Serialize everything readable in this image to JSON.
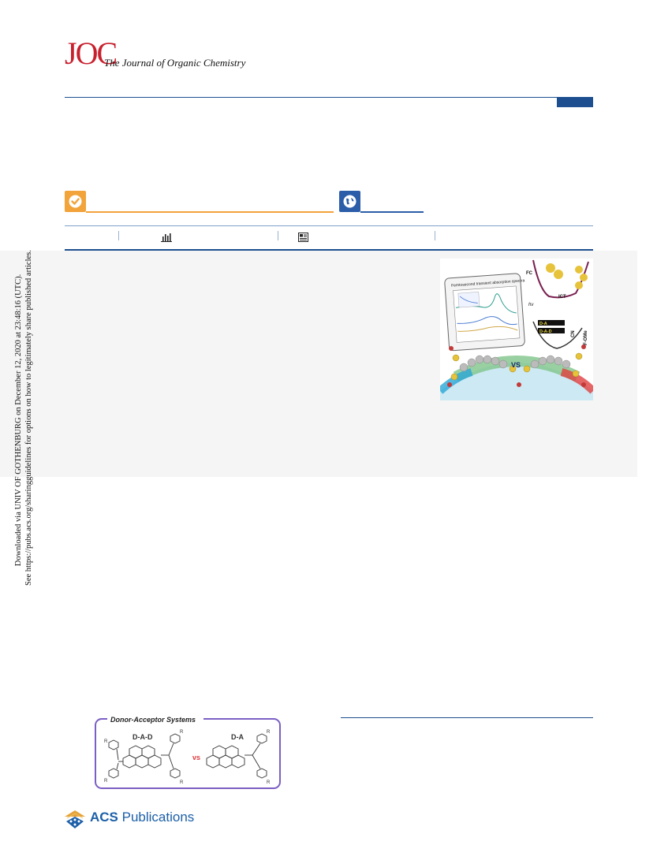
{
  "header": {
    "journal_logo": "JOC",
    "journal_name": "The Journal of Organic Chemistry"
  },
  "sidebar": {
    "line1": "Downloaded via UNIV OF GOTHENBURG on December 12, 2020 at 23:48:16 (UTC).",
    "line2": "See https://pubs.acs.org/sharingguidelines for options on how to legitimately share published articles."
  },
  "icons": {
    "open_access": "check-icon",
    "globe": "globe-icon",
    "metrics": "bar-chart-icon",
    "article": "article-icon"
  },
  "graphic": {
    "panel_title": "Femtosecond transient absorption spectra",
    "vs_label": "VS",
    "labels": [
      "FC",
      "ICT",
      "hν",
      "CN",
      "F-OMe",
      "D-A",
      "D-A-D"
    ]
  },
  "scheme": {
    "title": "Donor-Acceptor Systems",
    "left_label": "D-A-D",
    "vs": "vs",
    "right_label": "D-A",
    "r": "R"
  },
  "footer": {
    "publisher_bold": "ACS",
    "publisher_rest": " Publications"
  },
  "colors": {
    "accent_red": "#c8202d",
    "rule_blue": "#1d4e8f",
    "open_access_orange": "#f2a33a",
    "globe_blue": "#2b5da8",
    "scheme_border": "#7b5fc4"
  }
}
